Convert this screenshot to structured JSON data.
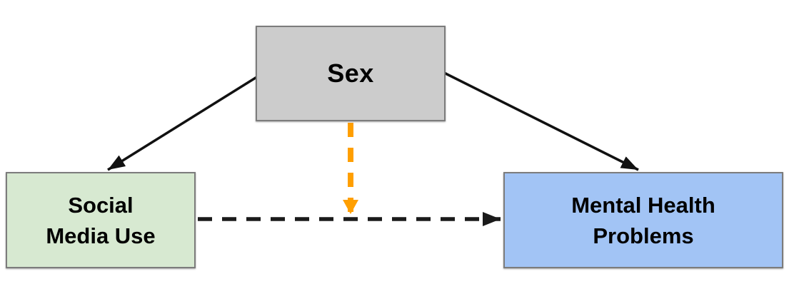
{
  "diagram": {
    "type": "moderation-path-model",
    "background": "#ffffff",
    "nodes": {
      "moderator": {
        "label": "Sex",
        "fill": "#cccccc",
        "border": "#7c7c7c"
      },
      "predictor": {
        "label": "Social Media Use",
        "lines": [
          "Social",
          "Media Use"
        ],
        "fill": "#d7e9d1",
        "border": "#7c7c7c"
      },
      "outcome": {
        "label": "Mental Health Problems",
        "lines": [
          "Mental Health",
          "Problems"
        ],
        "fill": "#a2c4f5",
        "border": "#7c7c7c"
      }
    },
    "edges": [
      {
        "id": "sex-to-social-media-use",
        "from": "Sex",
        "to": "Social Media Use",
        "line_style": "solid",
        "color": "#111111"
      },
      {
        "id": "sex-to-mental-health-problems",
        "from": "Sex",
        "to": "Mental Health Problems",
        "line_style": "solid",
        "color": "#111111"
      },
      {
        "id": "social-media-use-to-mental-health-problems",
        "from": "Social Media Use",
        "to": "Mental Health Problems",
        "line_style": "dashed",
        "color": "#1a1a1a"
      },
      {
        "id": "moderation-arrow",
        "from": "Sex",
        "to": "path: Social Media Use → Mental Health Problems",
        "line_style": "dashed",
        "color": "#ff9f00"
      }
    ]
  }
}
